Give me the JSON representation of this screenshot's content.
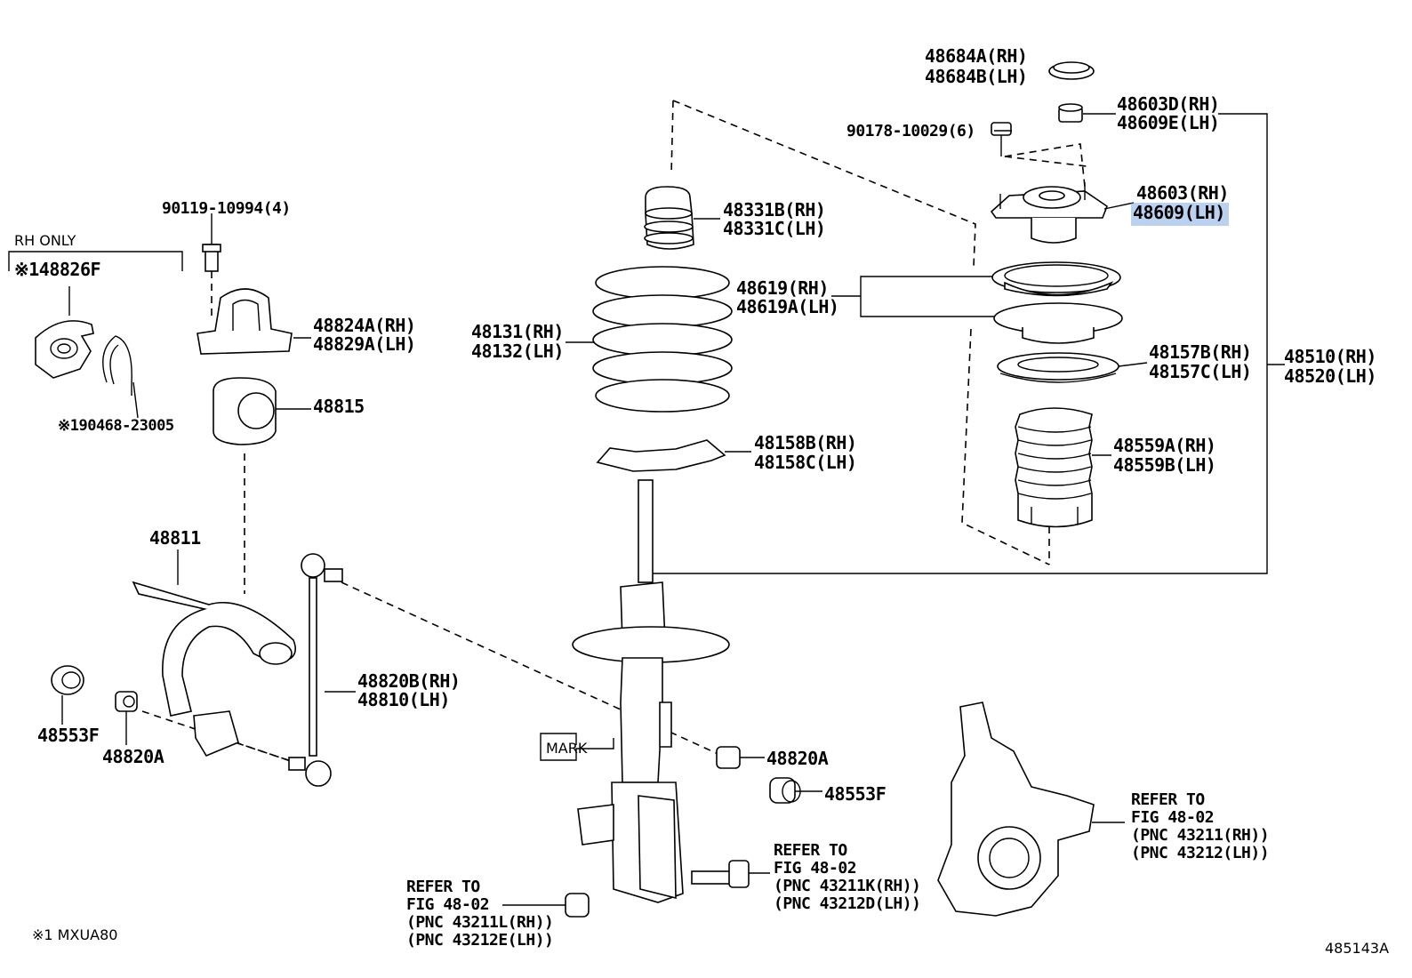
{
  "diagram": {
    "labels": {
      "p48684": [
        "48684A(RH)",
        "48684B(LH)"
      ],
      "p90178": "90178-10029(6)",
      "p48603d": [
        "48603D(RH)",
        "48609E(LH)"
      ],
      "p48603": [
        "48603(RH)",
        "48609(LH)"
      ],
      "p48331": [
        "48331B(RH)",
        "48331C(LH)"
      ],
      "p48619": [
        "48619(RH)",
        "48619A(LH)"
      ],
      "p48131": [
        "48131(RH)",
        "48132(LH)"
      ],
      "p48157": [
        "48157B(RH)",
        "48157C(LH)"
      ],
      "p48510": [
        "48510(RH)",
        "48520(LH)"
      ],
      "p48158": [
        "48158B(RH)",
        "48158C(LH)"
      ],
      "p48559": [
        "48559A(RH)",
        "48559B(LH)"
      ],
      "p90119": "90119-10994(4)",
      "rh_only": "RH ONLY",
      "p48826": "※148826F",
      "p48824": [
        "48824A(RH)",
        "48829A(LH)"
      ],
      "p48815": "48815",
      "p90468": "※190468-23005",
      "p48811": "48811",
      "p48820b": [
        "48820B(RH)",
        "48810(LH)"
      ],
      "p48553_left": "48553F",
      "p48820a_left": "48820A",
      "mark": "MARK",
      "p48820a_right": "48820A",
      "p48553_right": "48553F",
      "ref_knuckle": [
        "REFER TO",
        "FIG 48-02",
        "(PNC 43211(RH))",
        "(PNC 43212(LH))"
      ],
      "ref_bolt": [
        "REFER TO",
        "FIG 48-02",
        "(PNC 43211K(RH))",
        "(PNC 43212D(LH))"
      ],
      "ref_nut": [
        "REFER TO",
        "FIG 48-02",
        "(PNC 43211L(RH))",
        "(PNC 43212E(LH))"
      ],
      "footnote": "※1 MXUA80",
      "figure_id": "485143A"
    },
    "highlighted_part": "48609(LH)",
    "colors": {
      "line": "#000000",
      "highlight": "#3a7bd5",
      "background": "#ffffff"
    }
  }
}
